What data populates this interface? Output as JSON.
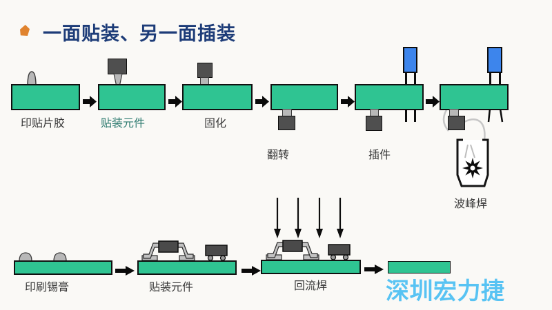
{
  "title": "一面贴装、另一面插装",
  "top_row": {
    "steps": [
      {
        "id": "print-adhesive",
        "label": "印贴片胶"
      },
      {
        "id": "place-components",
        "label": "贴装元件"
      },
      {
        "id": "cure",
        "label": "固化"
      },
      {
        "id": "flip",
        "label": "翻转"
      },
      {
        "id": "insert-components",
        "label": "插件"
      },
      {
        "id": "wave-solder",
        "label": "波峰焊"
      }
    ]
  },
  "bottom_row": {
    "steps": [
      {
        "id": "print-solder-paste",
        "label": "印刷锡膏"
      },
      {
        "id": "place-components",
        "label": "贴装元件"
      },
      {
        "id": "reflow-solder",
        "label": "回流焊"
      }
    ]
  },
  "watermark": "深圳宏力捷",
  "colors": {
    "pcb_green": "#2fc492",
    "capacitor_blue": "#3d85ec",
    "title_navy": "#1d3c78",
    "bullet_orange": "#e0832e",
    "watermark_blue": "#58c3f3",
    "highlight_teal": "#2d7a6f",
    "label_gray": "#3a3a3a"
  }
}
